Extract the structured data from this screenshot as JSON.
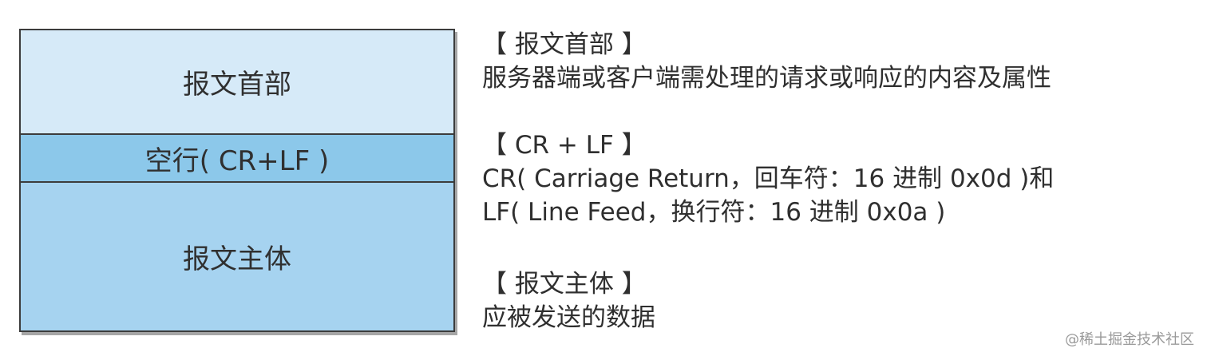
{
  "diagram": {
    "blocks": [
      {
        "label": "报文首部",
        "color": "#d6eaf8"
      },
      {
        "label": "空行( CR+LF )",
        "color": "#8cc8ea"
      },
      {
        "label": "报文主体",
        "color": "#a6d3f0"
      }
    ]
  },
  "legend": {
    "header": {
      "title": "【 报文首部 】",
      "desc": "服务器端或客户端需处理的请求或响应的内容及属性"
    },
    "crlf": {
      "title": "【 CR + LF 】",
      "line1": "CR( Carriage Return，回车符：16 进制 0x0d )和",
      "line2": "LF( Line Feed，换行符：16 进制 0x0a )"
    },
    "body": {
      "title": "【 报文主体 】",
      "desc": "应被发送的数据"
    }
  },
  "watermark": "@稀土掘金技术社区"
}
